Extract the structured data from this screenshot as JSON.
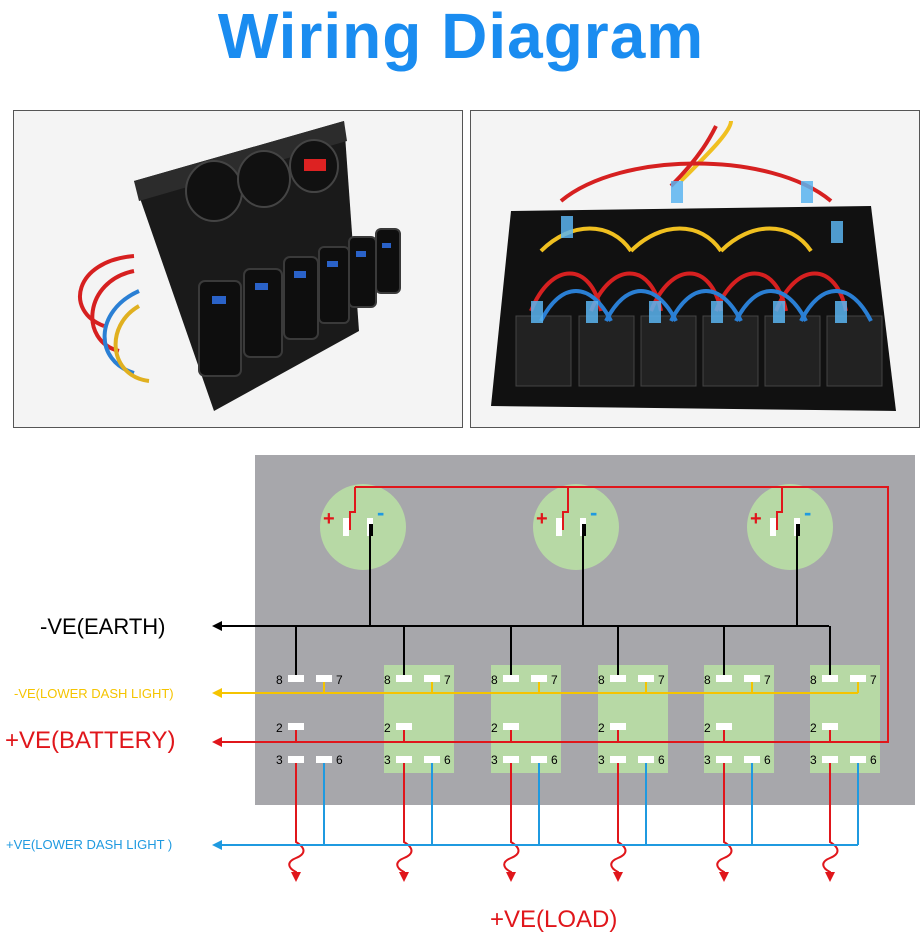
{
  "title": "Wiring Diagram",
  "diagram": {
    "earth_label": "-VE(EARTH)",
    "dash_light_top_label": "-VE(LOWER DASH LIGHT)",
    "battery_label": "+VE(BATTERY)",
    "dash_light_bottom_label": "+VE(LOWER DASH LIGHT )",
    "load_label": "+VE(LOAD)",
    "socket_plus": "+",
    "socket_minus": "-",
    "pin_8": "8",
    "pin_7": "7",
    "pin_2": "2",
    "pin_3": "3",
    "pin_6": "6",
    "switch_count": 6,
    "socket_count": 3
  },
  "colors": {
    "title": "#1a8cf0",
    "panel": "#a7a7ab",
    "switch_highlight": "#b7d9a5",
    "earth_wire": "#000000",
    "battery_wire": "#e0161b",
    "dash_light_top": "#f5c400",
    "dash_light_bottom": "#1f9ae0"
  },
  "photos": {
    "left_icon": "switch-panel-front-photo",
    "right_icon": "switch-panel-back-photo"
  }
}
